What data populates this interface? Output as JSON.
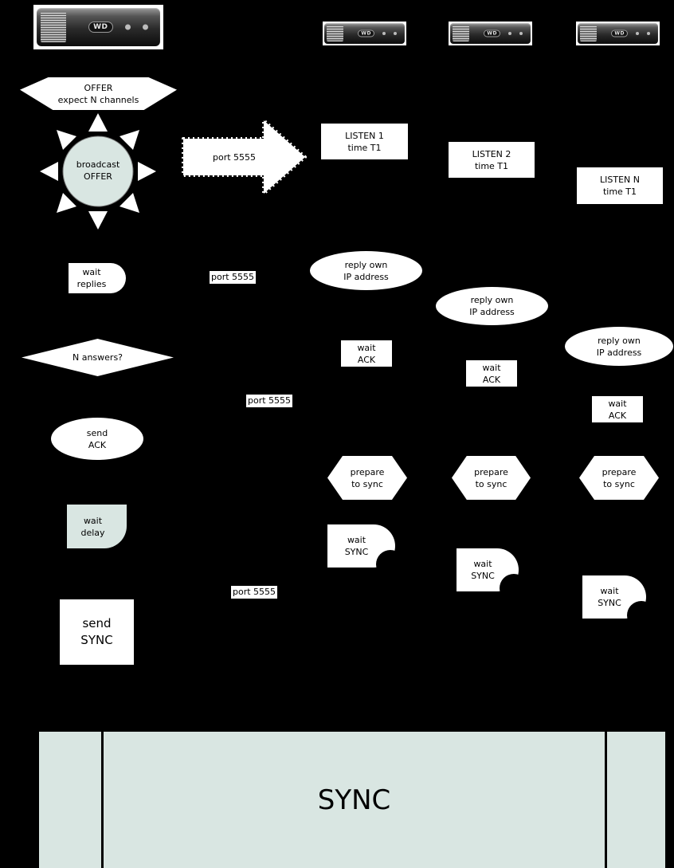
{
  "colors": {
    "background": "#000000",
    "shape_fill": "#ffffff",
    "accent_fill": "#d9e6e2",
    "text": "#000000"
  },
  "devices": {
    "brand": "WD"
  },
  "flow": {
    "offer": {
      "line1": "OFFER",
      "line2": "expect N channels"
    },
    "broadcast": {
      "line1": "broadcast",
      "line2": "OFFER"
    },
    "arrow_label": "port 5555",
    "wait_replies": {
      "line1": "wait",
      "line2": "replies"
    },
    "port_label_1": "port 5555",
    "port_label_2": "port 5555",
    "port_label_3": "port 5555",
    "n_answers": "N answers?",
    "send_ack": {
      "line1": "send",
      "line2": "ACK"
    },
    "wait_delay": {
      "line1": "wait",
      "line2": "delay"
    },
    "send_sync": {
      "line1": "send",
      "line2": "SYNC"
    }
  },
  "clients": [
    {
      "listen": {
        "line1": "LISTEN 1",
        "line2": "time T1"
      },
      "reply": {
        "line1": "reply own",
        "line2": "IP address"
      },
      "wait_ack": {
        "line1": "wait",
        "line2": "ACK"
      },
      "prepare": {
        "line1": "prepare",
        "line2": "to sync"
      },
      "wait_sync": {
        "line1": "wait",
        "line2": "SYNC"
      }
    },
    {
      "listen": {
        "line1": "LISTEN 2",
        "line2": "time T1"
      },
      "reply": {
        "line1": "reply own",
        "line2": "IP address"
      },
      "wait_ack": {
        "line1": "wait",
        "line2": "ACK"
      },
      "prepare": {
        "line1": "prepare",
        "line2": "to sync"
      },
      "wait_sync": {
        "line1": "wait",
        "line2": "SYNC"
      }
    },
    {
      "listen": {
        "line1": "LISTEN N",
        "line2": "time T1"
      },
      "reply": {
        "line1": "reply own",
        "line2": "IP address"
      },
      "wait_ack": {
        "line1": "wait",
        "line2": "ACK"
      },
      "prepare": {
        "line1": "prepare",
        "line2": "to sync"
      },
      "wait_sync": {
        "line1": "wait",
        "line2": "SYNC"
      }
    }
  ],
  "sync_bar": {
    "label": "SYNC"
  }
}
